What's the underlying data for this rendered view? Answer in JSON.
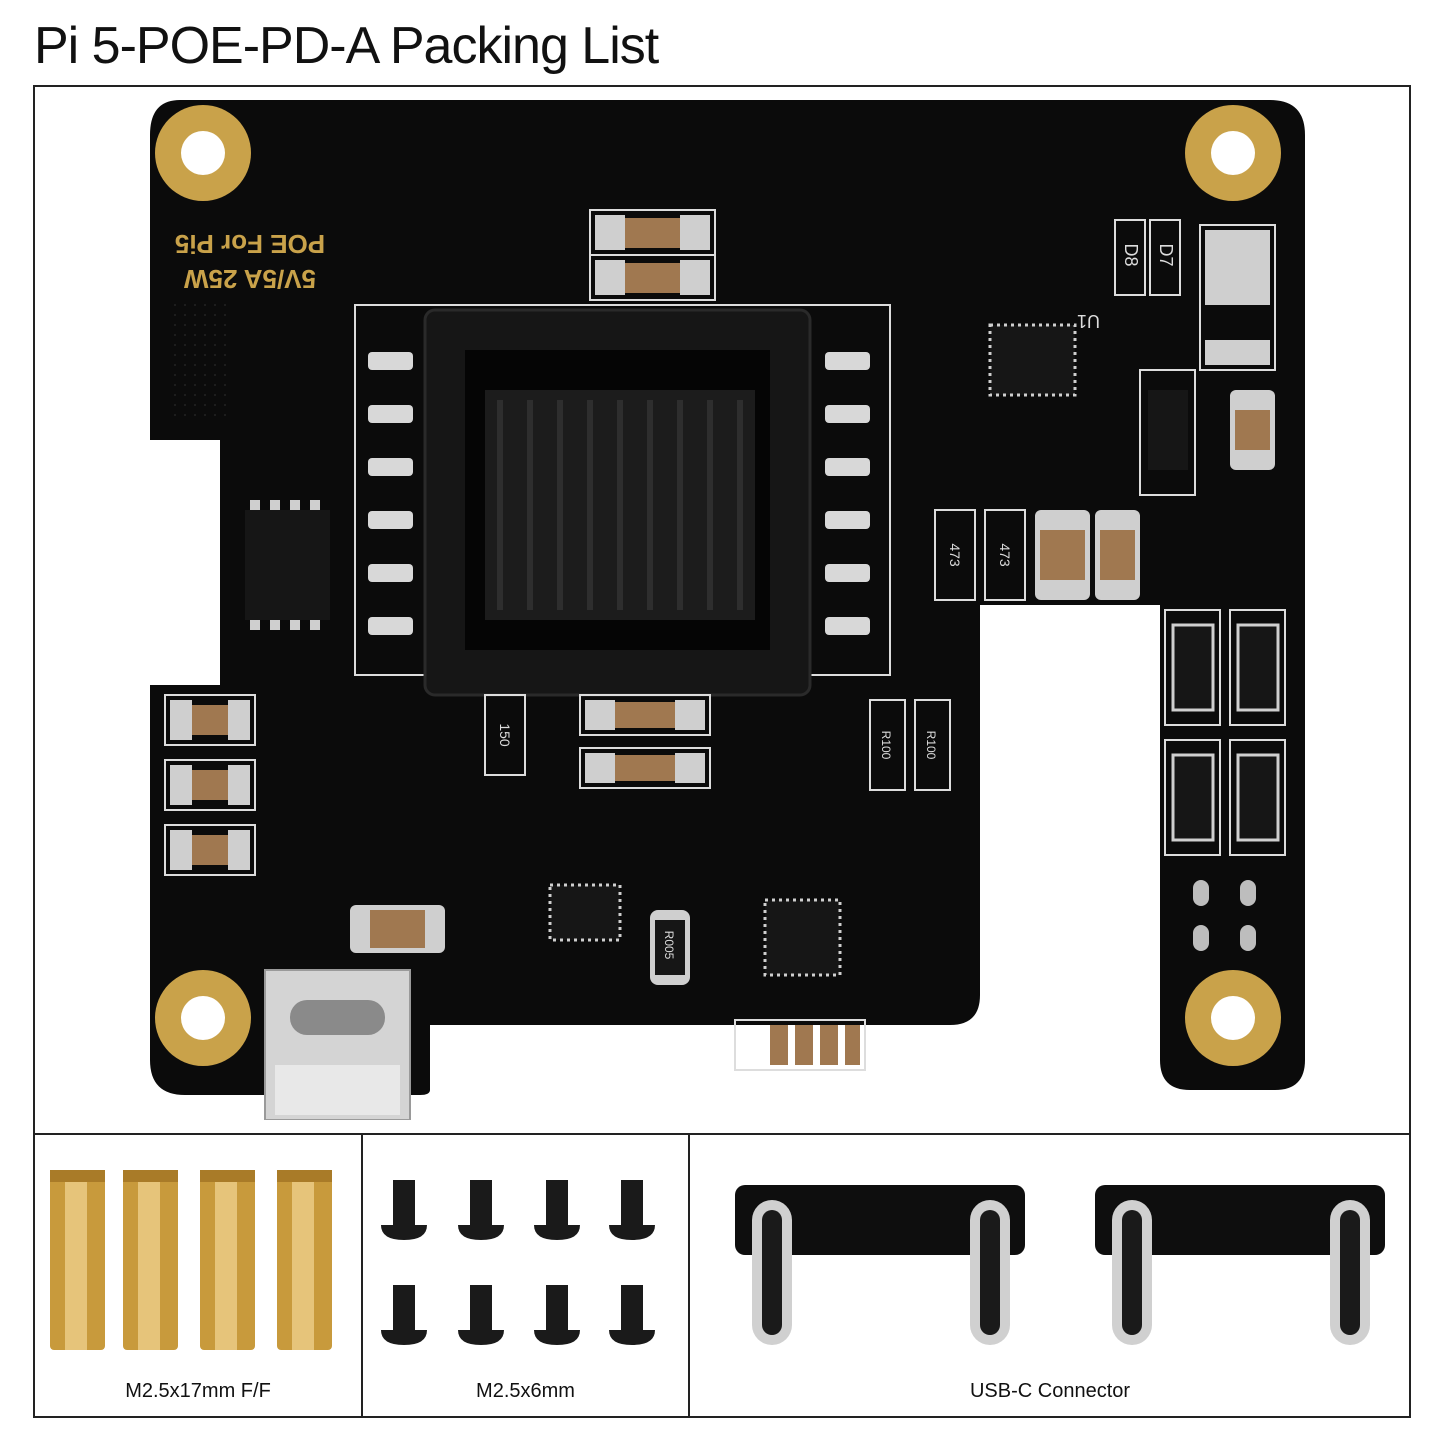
{
  "title": "Pi 5-POE-PD-A Packing List",
  "board": {
    "silk_line1": "5V/5A 25W",
    "silk_line2": "POE For Pi5",
    "labels": [
      "D8",
      "D7",
      "U1",
      "473",
      "473",
      "150",
      "R100",
      "R100",
      "R005"
    ]
  },
  "items": [
    {
      "caption": "M2.5x17mm F/F"
    },
    {
      "caption": "M2.5x6mm"
    },
    {
      "caption": "USB-C Connector"
    }
  ],
  "colors": {
    "pcb": "#0b0b0b",
    "gold": "#c9a24a",
    "brass": "#c89a3c",
    "screw": "#1a1a1a"
  }
}
